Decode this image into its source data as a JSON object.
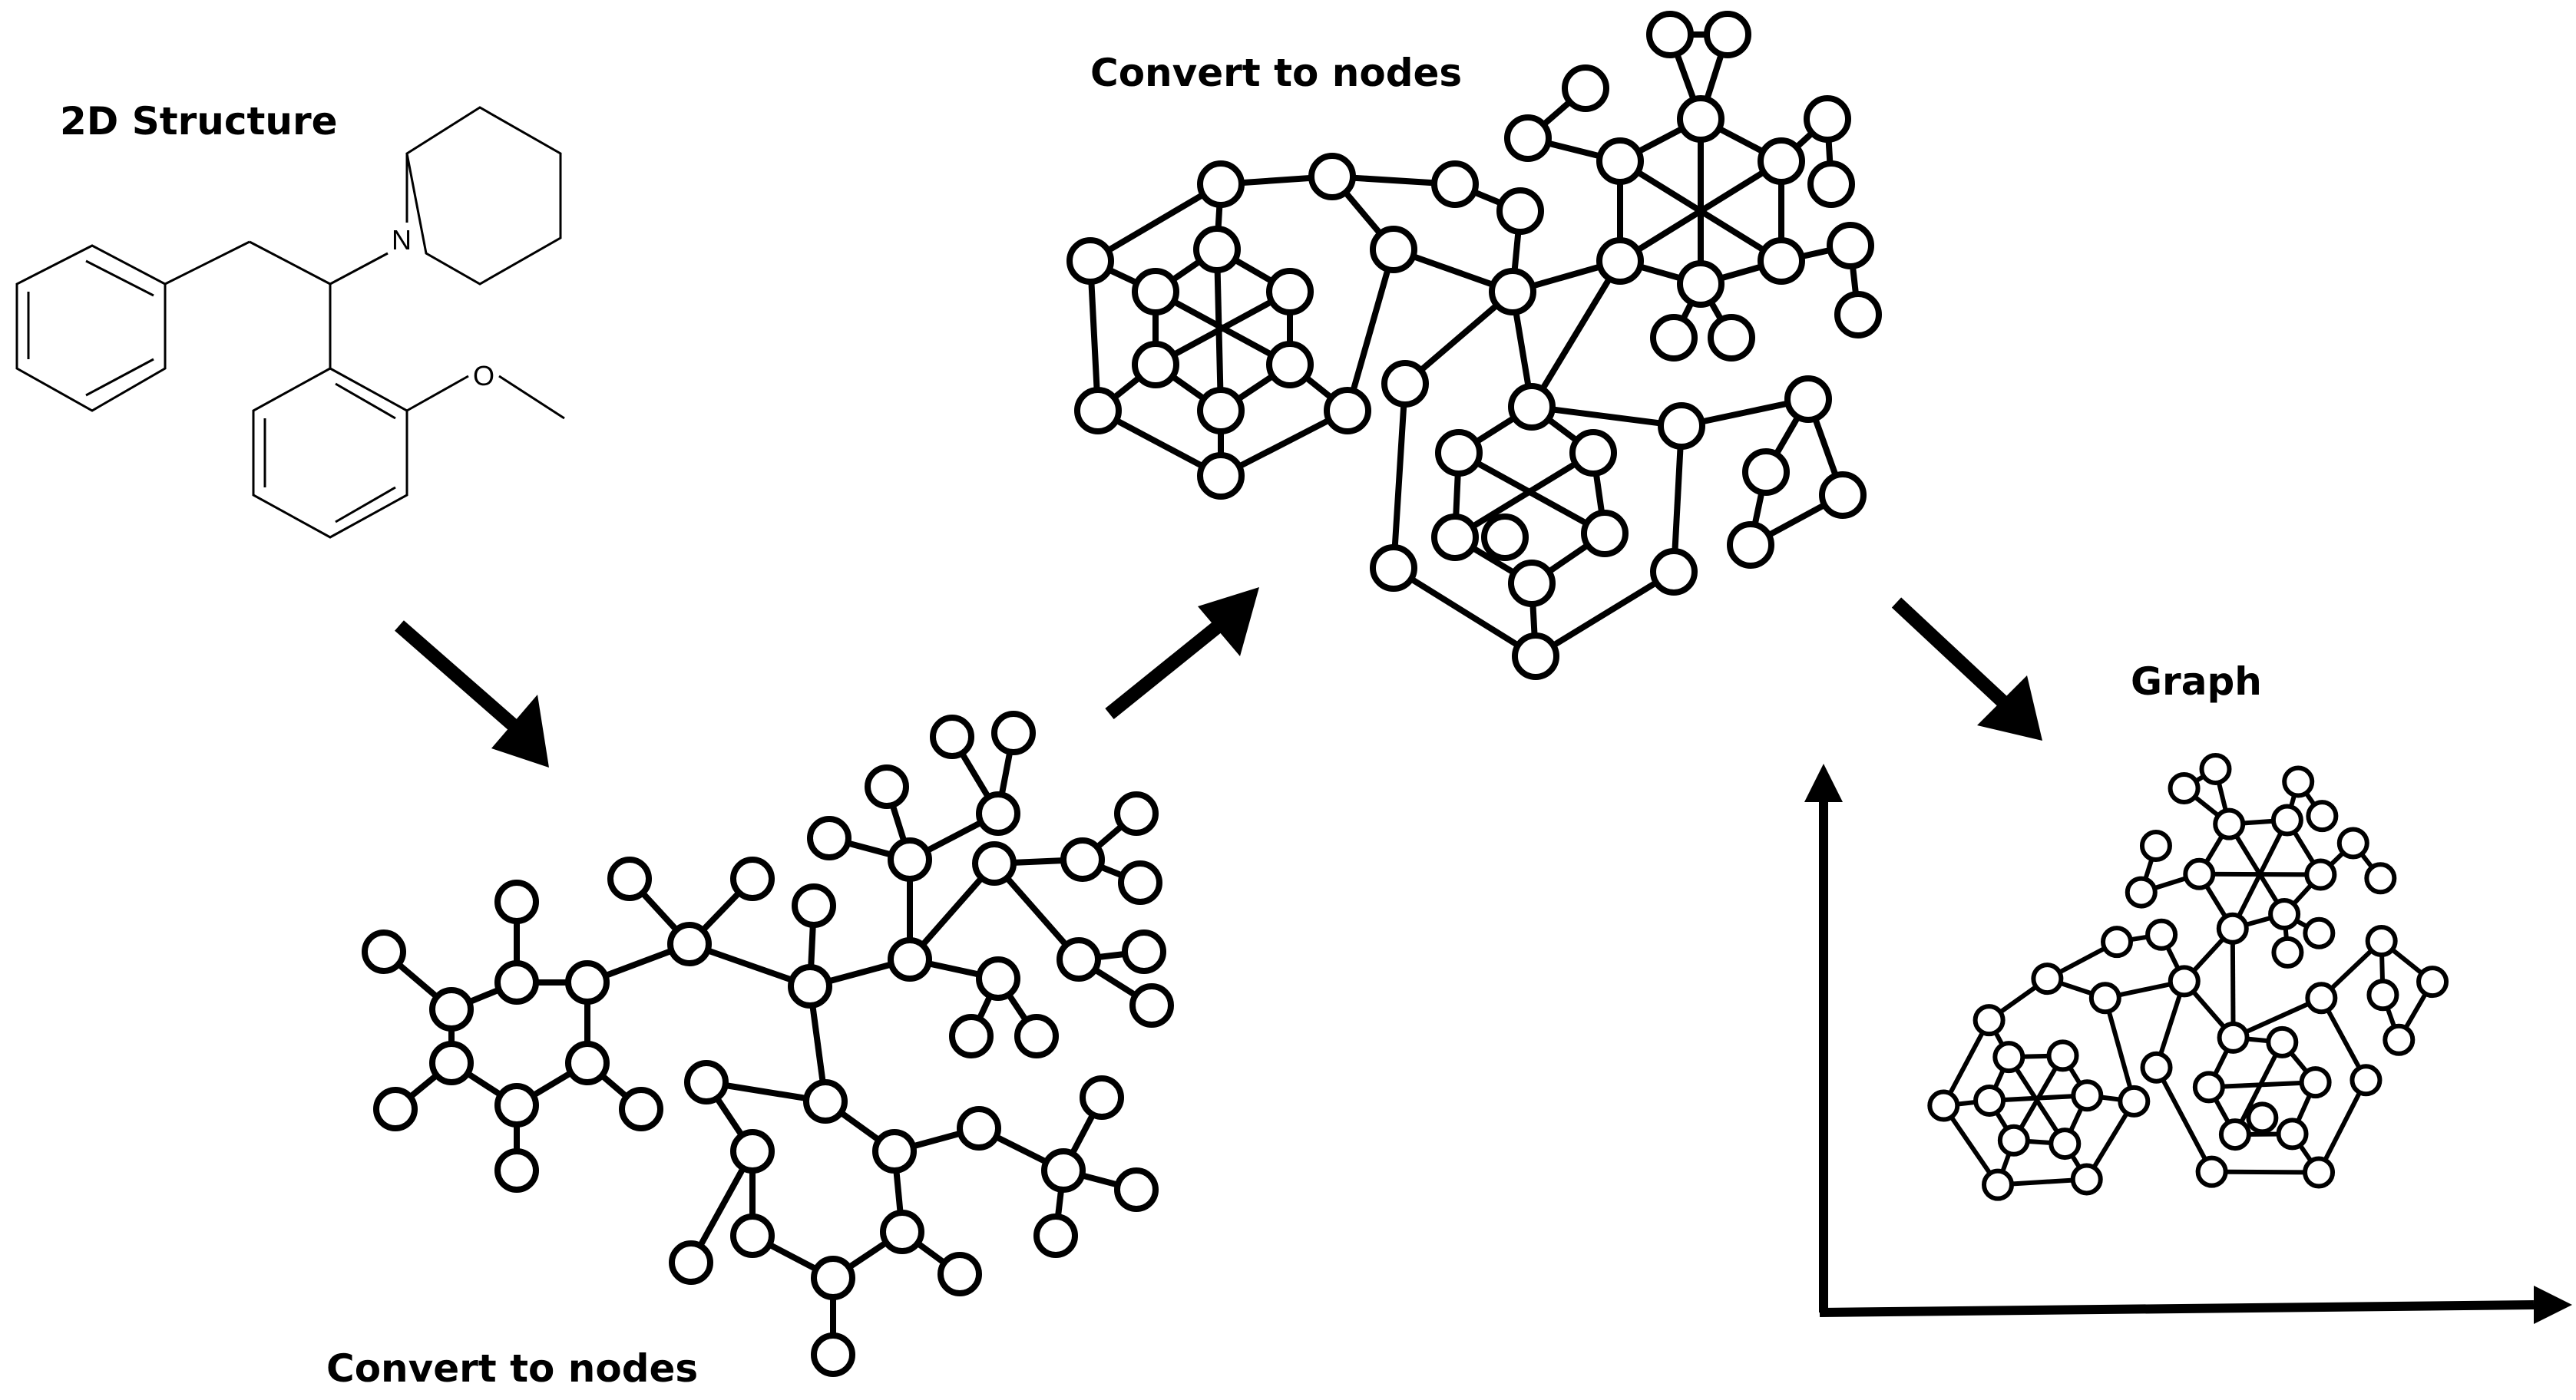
{
  "labels": {
    "structure_2d": "2D Structure",
    "convert_bottom": "Convert to nodes",
    "convert_top": "Convert to nodes",
    "graph": "Graph"
  },
  "molecule": {
    "nitrogen": "N",
    "oxygen": "O"
  },
  "colors": {
    "ink": "#000000",
    "background": "#ffffff"
  }
}
